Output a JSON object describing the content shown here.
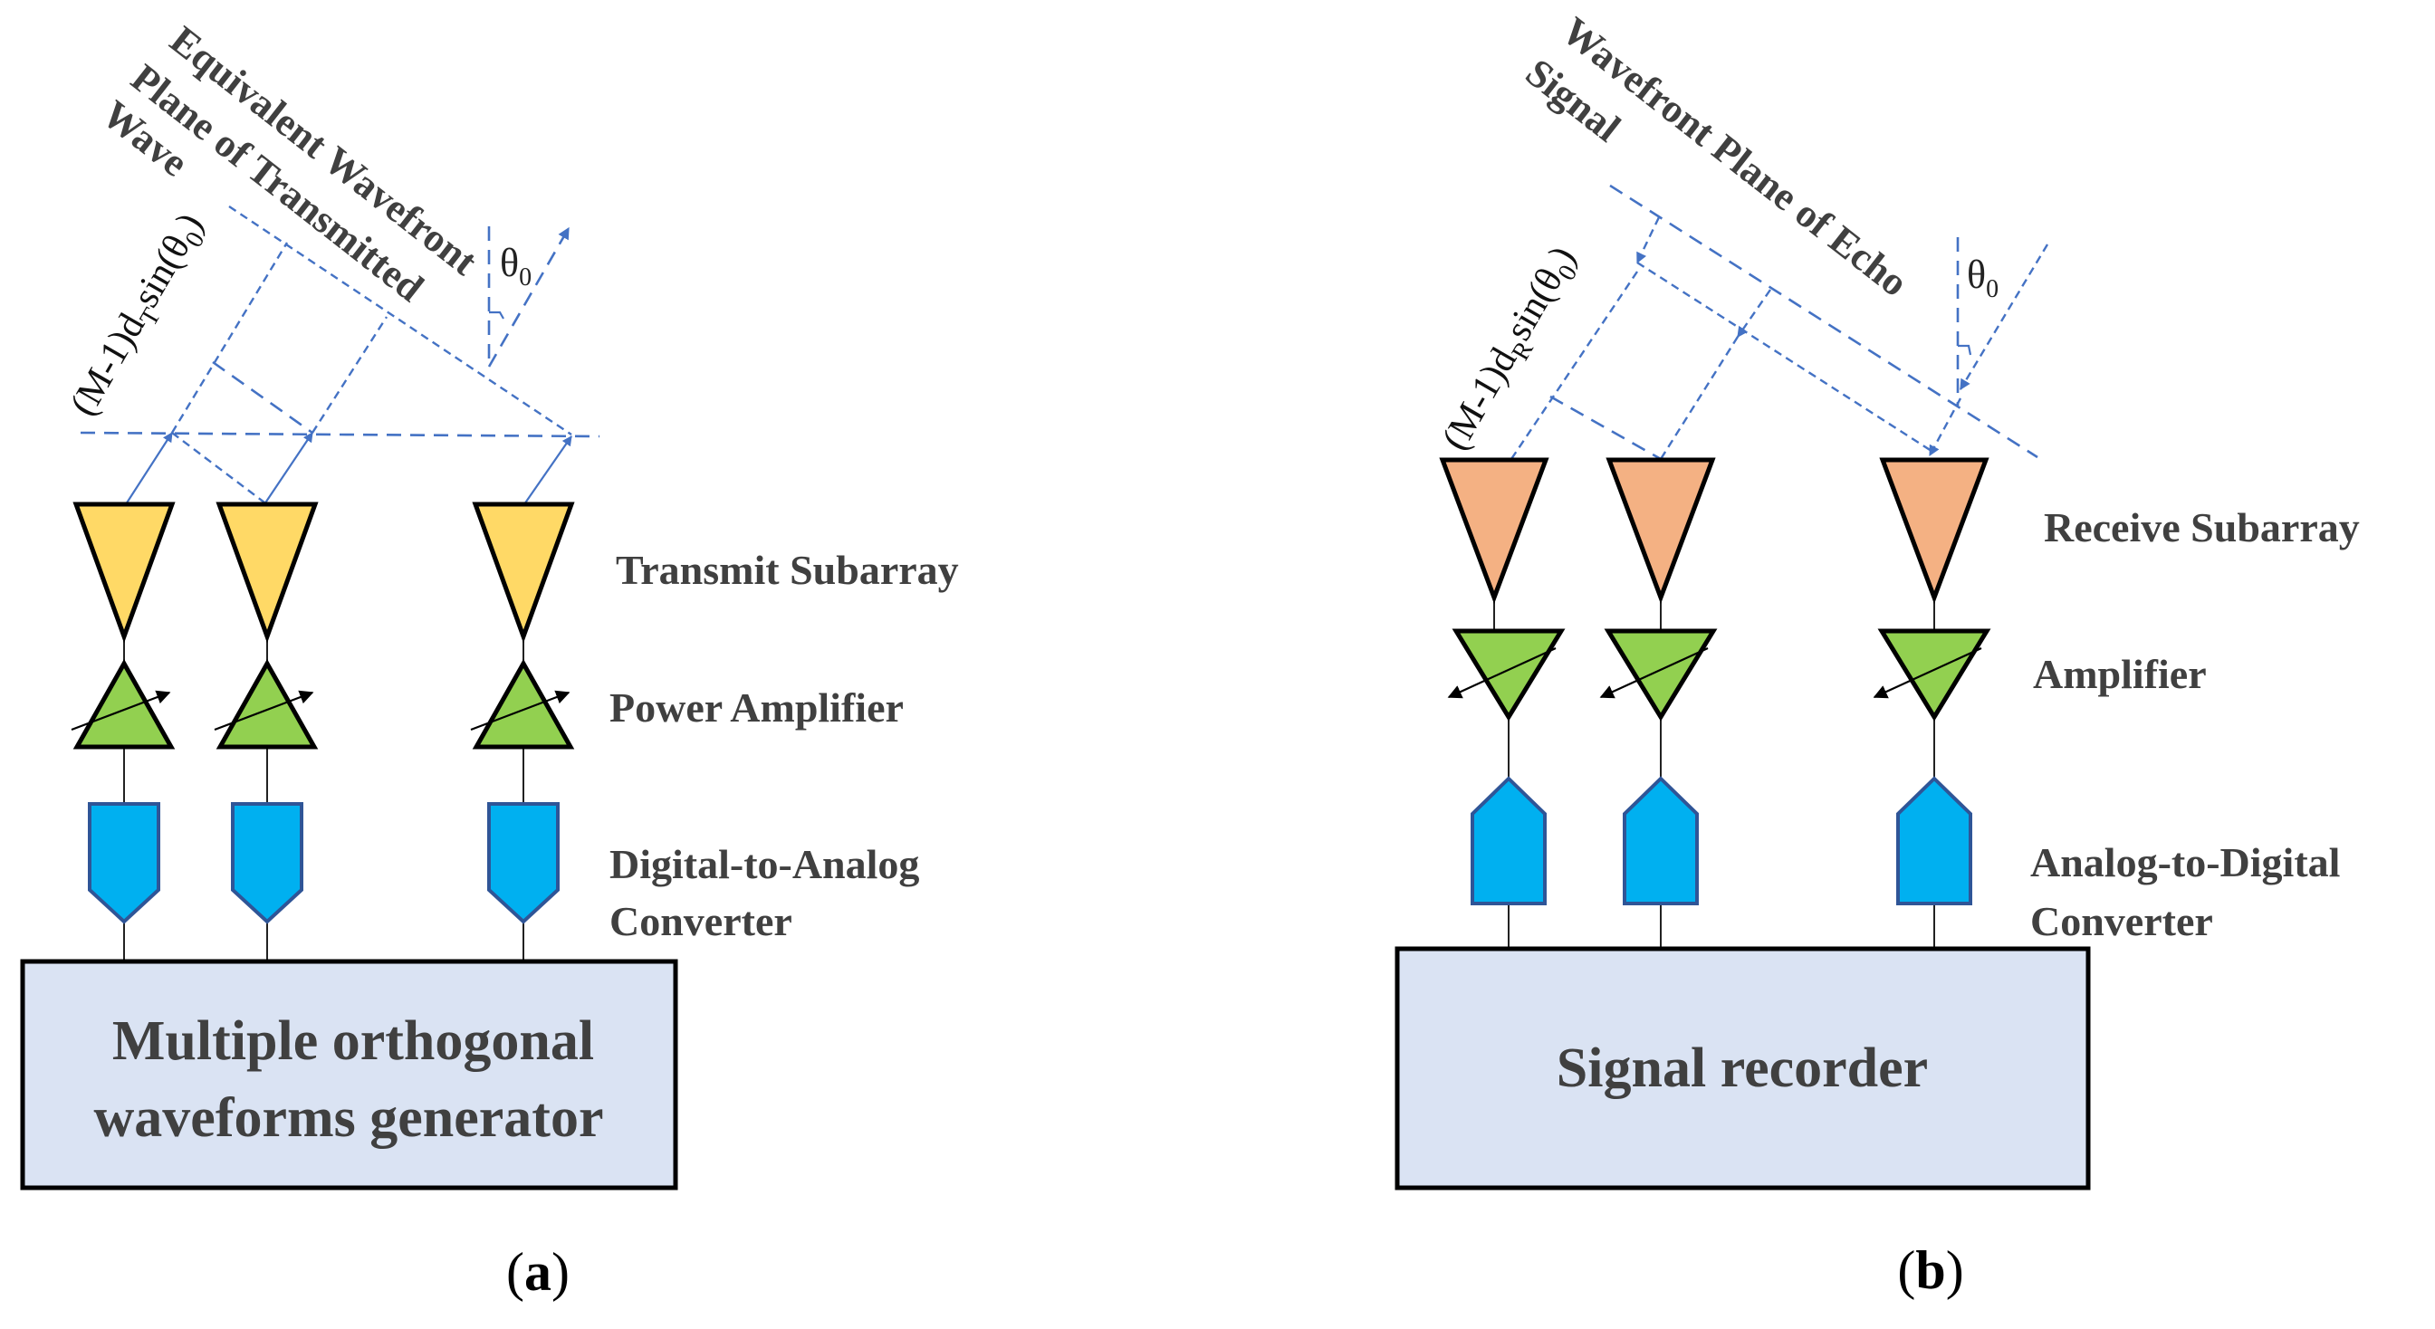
{
  "figure": {
    "panels": [
      {
        "id": "a",
        "caption": "a",
        "wavefront_label_lines": [
          "Equivalent Wavefront",
          "Plane of Transmitted",
          "Wave"
        ],
        "path_difference": {
          "prefix": "(M-1)d",
          "subscript": "T",
          "suffix": "sin(θ",
          "sub2": "0",
          "close": ")"
        },
        "angle": {
          "symbol": "θ",
          "subscript": "0"
        },
        "element_count_shown": 3,
        "labels": {
          "antenna": "Transmit Subarray",
          "amplifier": "Power Amplifier",
          "converter_line1": "Digital-to-Analog",
          "converter_line2": "Converter"
        },
        "block": {
          "line1": "Multiple orthogonal",
          "line2": "waveforms generator"
        },
        "direction": "transmit"
      },
      {
        "id": "b",
        "caption": "b",
        "wavefront_label_lines": [
          "Wavefront Plane of Echo",
          "Signal"
        ],
        "path_difference": {
          "prefix": "(M-1)d",
          "subscript": "R",
          "suffix": "sin(θ",
          "sub2": "0",
          "close": ")"
        },
        "angle": {
          "symbol": "θ",
          "subscript": "0"
        },
        "element_count_shown": 3,
        "labels": {
          "antenna": "Receive Subarray",
          "amplifier": "Amplifier",
          "converter_line1": "Analog-to-Digital",
          "converter_line2": "Converter"
        },
        "block": {
          "line1": "Signal recorder"
        },
        "direction": "receive"
      }
    ],
    "colors": {
      "transmit_antenna": "#FFD966",
      "receive_antenna": "#F4B183",
      "amplifier": "#92D050",
      "converter": "#00B0F0",
      "converter_outline": "#2F5597",
      "block": "#DAE3F3",
      "wavefront_lines": "#4472C4",
      "label_text": "#404040"
    }
  }
}
